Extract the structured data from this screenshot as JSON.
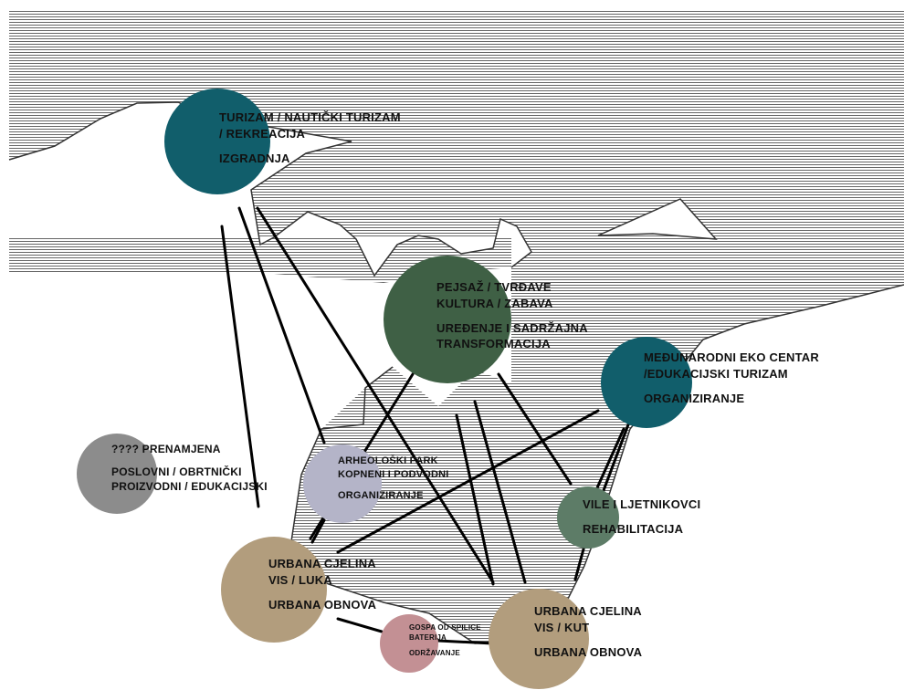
{
  "colors": {
    "teal": "#115e6b",
    "dark_green": "#3f6045",
    "grey": "#8c8c8c",
    "lavender": "#b4b4c8",
    "sage": "#5d7c67",
    "tan": "#b29d7d",
    "pink": "#c39094",
    "hatch": "#555555",
    "connector": "#000000"
  },
  "nodes": {
    "turizam": {
      "line1": "TURIZAM / NAUTIČKI TURIZAM",
      "line2": "/ REKREACIJA",
      "action": "IZGRADNJA"
    },
    "pejsaz": {
      "line1": "PEJSAŽ / TVRĐAVE",
      "line2": "KULTURA / ZABAVA",
      "action1": "UREĐENJE I SADRŽAJNA",
      "action2": "TRANSFORMACIJA"
    },
    "eko_centar": {
      "line1": "MEĐUNARODNI EKO CENTAR",
      "line2": "/EDUKACIJSKI TURIZAM",
      "action": "ORGANIZIRANJE"
    },
    "prenamjena": {
      "line1": "????  PRENAMJENA",
      "line2": "POSLOVNI / OBRTNIČKI",
      "line3": "PROIZVODNI / EDUKACIJSKI"
    },
    "arheoloski": {
      "line1": "ARHEOLOŠKI PARK",
      "line2": "KOPNENI I PODVODNI",
      "action": "ORGANIZIRANJE"
    },
    "vile": {
      "line1": "VILE I LJETNIKOVCI",
      "action": "REHABILITACIJA"
    },
    "luka": {
      "line1": "URBANA CJELINA",
      "line2": "VIS / LUKA",
      "action": "URBANA OBNOVA"
    },
    "kut": {
      "line1": "URBANA CJELINA",
      "line2": "VIS / KUT",
      "action": "URBANA OBNOVA"
    },
    "gospa": {
      "line1": "GOSPA OD SPILICE",
      "line2": "BATERIJA",
      "action": "ODRŽAVANJE"
    }
  }
}
